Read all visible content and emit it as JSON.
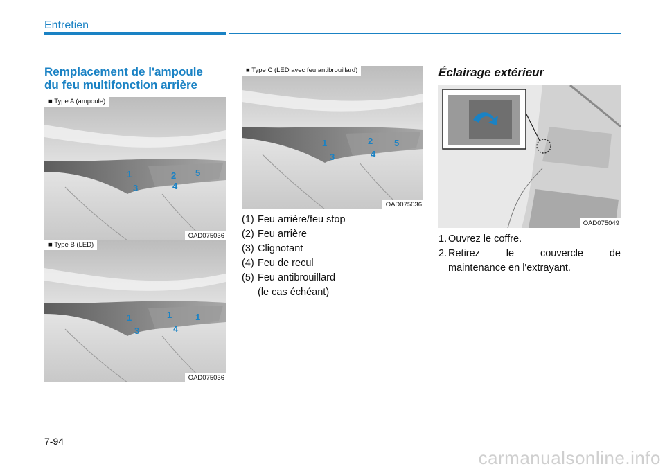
{
  "header": {
    "section": "Entretien"
  },
  "left": {
    "title_line1": "Remplacement de l'ampoule",
    "title_line2": "du feu multifonction arrière"
  },
  "figures": {
    "type_a": {
      "label": "■ Type A (ampoule)",
      "code": "OAD075036",
      "callouts": [
        "1",
        "2",
        "5",
        "3",
        "4"
      ]
    },
    "type_b": {
      "label": "■ Type B (LED)",
      "code": "OAD075036",
      "callouts": [
        "1",
        "1",
        "1",
        "3",
        "4"
      ]
    },
    "type_c": {
      "label": "■ Type C (LED avec feu antibrouillard)",
      "code": "OAD075036",
      "callouts": [
        "1",
        "2",
        "5",
        "3",
        "4"
      ]
    },
    "trunk": {
      "code": "OAD075049"
    }
  },
  "legend": [
    {
      "num": "(1)",
      "text": "Feu arrière/feu stop"
    },
    {
      "num": "(2)",
      "text": "Feu arrière"
    },
    {
      "num": "(3)",
      "text": "Clignotant"
    },
    {
      "num": "(4)",
      "text": "Feu de recul"
    },
    {
      "num": "(5)",
      "text": "Feu antibrouillard",
      "text2": "(le cas échéant)"
    }
  ],
  "right": {
    "title": "Éclairage extérieur",
    "steps": [
      {
        "num": "1.",
        "text": "Ouvrez le coffre."
      },
      {
        "num": "2.",
        "text": "Retirez le couvercle de",
        "text2": "maintenance en l'extrayant."
      }
    ]
  },
  "footer": {
    "page": "7-94",
    "watermark": "carmanualsonline.info"
  },
  "colors": {
    "accent": "#1a82c4",
    "callout": "#1a82c4"
  }
}
